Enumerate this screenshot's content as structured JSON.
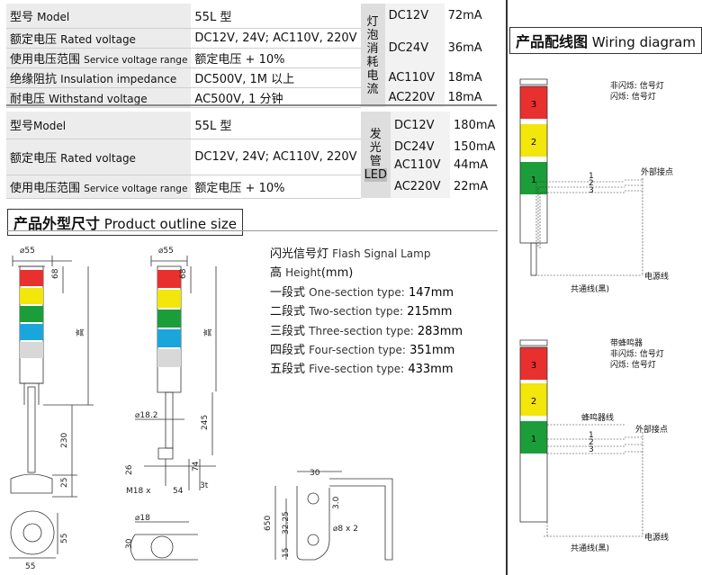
{
  "table1": {
    "rows": [
      {
        "label_cn": "型号",
        "label_en": "Model",
        "value": "55L 型"
      },
      {
        "label_cn": "额定电压",
        "label_en": "Rated voltage",
        "value": "DC12V, 24V; AC110V, 220V"
      },
      {
        "label_cn": "使用电压范围",
        "label_en": "Service voltage range",
        "value": "额定电压 + 10%"
      },
      {
        "label_cn": "绝缘阻抗",
        "label_en": "Insulation impedance",
        "value": "DC500V, 1M 以上"
      },
      {
        "label_cn": "耐电压",
        "label_en": "Withstand voltage",
        "value": "AC500V, 1 分钟"
      }
    ],
    "vertical_label": [
      "灯",
      "泡",
      "消",
      "耗",
      "电",
      "流"
    ],
    "currents": [
      {
        "voltage": "DC12V",
        "current": "72mA"
      },
      {
        "voltage": "DC24V",
        "current": "36mA"
      },
      {
        "voltage": "AC110V",
        "current": "18mA"
      },
      {
        "voltage": "AC220V",
        "current": "18mA"
      }
    ]
  },
  "table2": {
    "rows": [
      {
        "label_cn": "型号",
        "label_en": "Model",
        "value": "55L 型"
      },
      {
        "label_cn": "额定电压",
        "label_en": "Rated voltage",
        "value": "DC12V, 24V; AC110V, 220V"
      },
      {
        "label_cn": "使用电压范围",
        "label_en": "Service voltage range",
        "value": "额定电压 + 10%"
      }
    ],
    "vertical_label": [
      "发",
      "光",
      "管",
      "LED"
    ],
    "currents": [
      {
        "voltage": "DC12V",
        "current": "180mA"
      },
      {
        "voltage": "DC24V",
        "current": "150mA"
      },
      {
        "voltage": "AC110V",
        "current": "44mA"
      },
      {
        "voltage": "AC220V",
        "current": "22mA"
      }
    ]
  },
  "outline": {
    "title_cn": "产品外型尺寸",
    "title_en": "Product outline size",
    "heading_cn": "闪光信号灯",
    "heading_en": "Flash Signal Lamp",
    "height_cn": "高",
    "height_en": "Height",
    "height_unit": "(mm)",
    "sizes": [
      {
        "cn": "一段式",
        "en": "One-section type:",
        "value": "147mm"
      },
      {
        "cn": "二段式",
        "en": "Two-section type:",
        "value": "215mm"
      },
      {
        "cn": "三段式",
        "en": "Three-section type:",
        "value": "283mm"
      },
      {
        "cn": "四段式",
        "en": "Four-section type:",
        "value": "351mm"
      },
      {
        "cn": "五段式",
        "en": "Five-section type:",
        "value": "433mm"
      }
    ],
    "dims": {
      "d55": "⌀55",
      "h68": "68",
      "high": "高",
      "h230": "230",
      "h25": "25",
      "d182": "⌀18.2",
      "h245": "245",
      "h26": "26",
      "m18": "M18 x",
      "w54": "54",
      "h74": "74",
      "t3": "3t",
      "s55a": "55",
      "s55b": "55",
      "d18": "⌀18",
      "h30": "30",
      "w30": "30",
      "t30": "3.0",
      "h650": "650",
      "h3225": "32.25",
      "h15": "15",
      "d8": "⌀8 x 2"
    }
  },
  "wiring": {
    "title_cn": "产品配线图",
    "title_en": "Wiring diagram",
    "top": {
      "note1": "非闪烁: 信号灯",
      "note2": "闪烁: 信号灯",
      "ext": "外部接点",
      "power": "电源线",
      "common": "共通线(黑)",
      "segments": [
        "3",
        "2",
        "1"
      ],
      "wires": [
        "1",
        "2",
        "3"
      ]
    },
    "bottom": {
      "note0": "带蜂鸣器",
      "note1": "非闪烁: 信号灯",
      "note2": "闪烁: 信号灯",
      "buzzer": "蜂鸣器线",
      "ext": "外部接点",
      "power": "电源线",
      "common": "共通线(黑)",
      "segments": [
        "3",
        "2",
        "1"
      ],
      "wires": [
        "1",
        "2",
        "3"
      ]
    }
  },
  "colors": {
    "red": "#e8302e",
    "yellow": "#f2e60a",
    "green": "#1b9e3a",
    "blue": "#1aa6dd",
    "grey": "#c8c8c8"
  }
}
